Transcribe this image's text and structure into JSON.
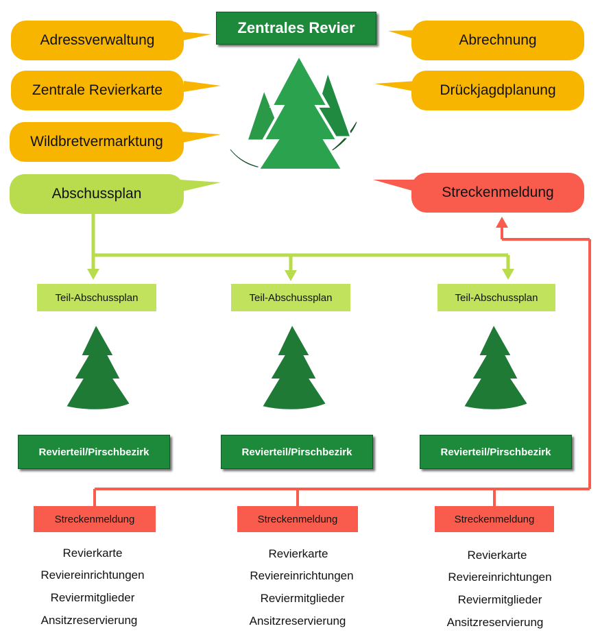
{
  "title": "Zentrales Revier",
  "central_features": {
    "adressverwaltung": "Adressverwaltung",
    "revierkarte": "Zentrale Revierkarte",
    "wildbret": "Wildbretvermarktung",
    "abrechnung": "Abrechnung",
    "drueckjagd": "Drückjagdplanung"
  },
  "abschussplan": "Abschussplan",
  "streckenmeldung_main": "Streckenmeldung",
  "subunits": [
    {
      "plan": "Teil-Abschussplan",
      "name": "Revierteil/Pirschbezirk",
      "report": "Streckenmeldung",
      "features": [
        "Revierkarte",
        "Reviereinrichtungen",
        "Reviermitglieder",
        "Ansitzreservierung"
      ]
    },
    {
      "plan": "Teil-Abschussplan",
      "name": "Revierteil/Pirschbezirk",
      "report": "Streckenmeldung",
      "features": [
        "Revierkarte",
        "Reviereinrichtungen",
        "Reviermitglieder",
        "Ansitzreservierung"
      ]
    },
    {
      "plan": "Teil-Abschussplan",
      "name": "Revierteil/Pirschbezirk",
      "report": "Streckenmeldung",
      "features": [
        "Revierkarte",
        "Reviereinrichtungen",
        "Reviermitglieder",
        "Ansitzreservierung"
      ]
    }
  ],
  "colors": {
    "yellow": "#f7b500",
    "lime": "#b8dc4e",
    "red": "#f95b4c",
    "green": "#1c8a3a",
    "tree": "#1f7a36"
  }
}
